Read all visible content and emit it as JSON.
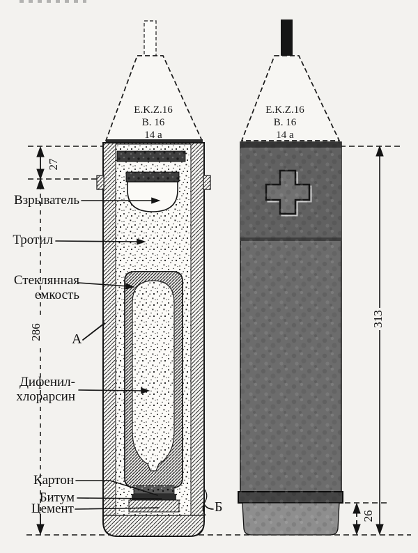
{
  "figure": {
    "type": "technical cross-section diagram of an artillery chemical projectile",
    "background_color": "#f3f2ef",
    "ink_color": "#141414",
    "body_gray": "#6c6c6c",
    "band_gray": "#454545",
    "base_gray": "#8e8e8e"
  },
  "shell_markings": {
    "line1": "E.K.Z.16",
    "line2": "B. 16",
    "line3": "14 a"
  },
  "labels": {
    "fuze": "Взрыватель",
    "tnt": "Тротил",
    "glass_container_line1": "Стеклянная",
    "glass_container_line2": "емкость",
    "section_a": "А",
    "agent_line1": "Дифенил-",
    "agent_line2": "хлорарсин",
    "cardboard": "Картон",
    "bitumen": "Битум",
    "cement": "Цемент",
    "section_b": "Б"
  },
  "dimensions_mm": {
    "head_length": "27",
    "body_length": "286",
    "overall_length": "313",
    "base_length": "26"
  }
}
